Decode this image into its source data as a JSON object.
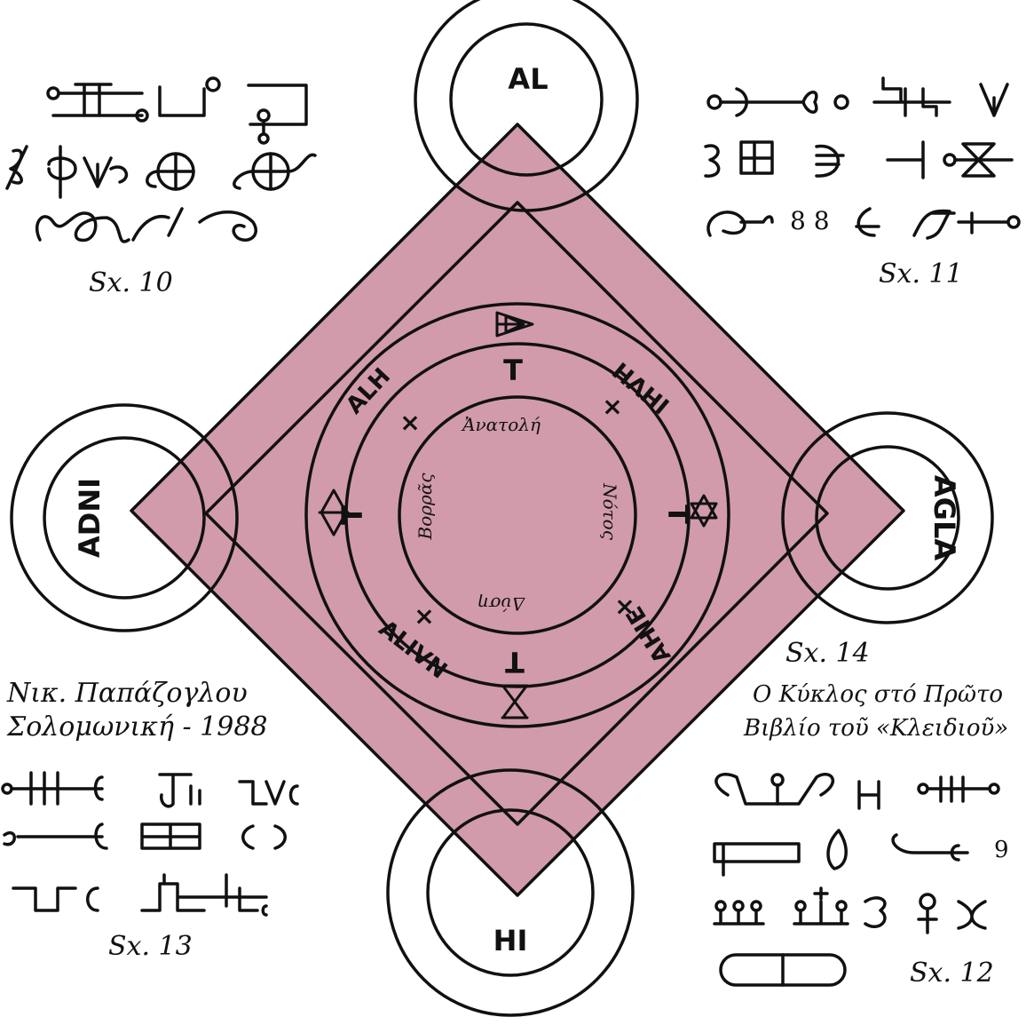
{
  "colors": {
    "diamond_fill": "#c98a9c",
    "ink": "#111111",
    "paper": "#ffffff"
  },
  "diagram": {
    "name_circles": {
      "top": "AL",
      "left": "ADNI",
      "right": "AGLA",
      "bottom": "HI"
    },
    "outer_ring": {
      "upper_left": "ALH",
      "upper_right": "IHVH",
      "lower_right": "AHIE",
      "lower_left": "ALIVN"
    },
    "t_marks": {
      "top": "T",
      "left": "T",
      "right": "T",
      "bottom": "T"
    },
    "cross_marks": "×",
    "directions": {
      "east": "Ἀνατολή",
      "north": "Βορρᾶς",
      "south": "Νότος",
      "west": "Δύση"
    }
  },
  "captions": {
    "fig10": "Sx. 10",
    "fig11": "Sx. 11",
    "fig12": "Sx. 12",
    "fig13": "Sx. 13",
    "fig14": "Sx. 14",
    "fig14_desc_line1": "Ο Κύκλος στό Πρῶτο",
    "fig14_desc_line2": "Βιβλίο τοῦ «Κλειδιοῦ»",
    "author_line1": "Νικ. Παπάζογλου",
    "author_line2": "Σολομωνική - 1988"
  }
}
